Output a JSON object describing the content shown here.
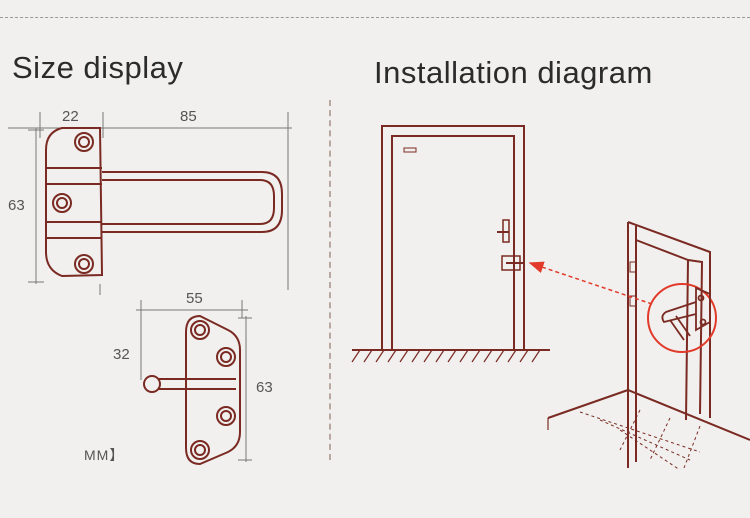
{
  "titles": {
    "size_display": "Size display",
    "installation_diagram": "Installation diagram"
  },
  "dimensions": {
    "hasp_width_left": "22",
    "hasp_width_right": "85",
    "hasp_height": "63",
    "plate_width": "55",
    "plate_offset": "32",
    "plate_height": "63"
  },
  "unit_label": "MM】",
  "colors": {
    "line": "#7a2a22",
    "dim_line": "#777777",
    "arrow": "#e23a2a",
    "background": "#f1f0ee"
  }
}
